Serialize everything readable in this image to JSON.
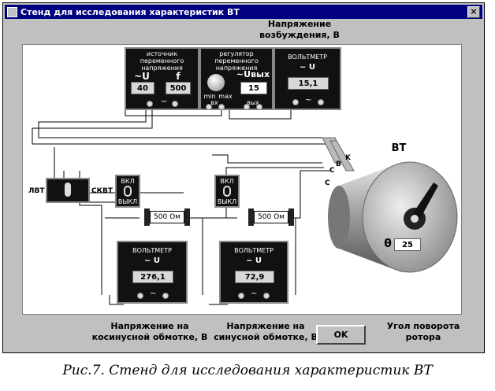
{
  "window": {
    "title": "Стенд для исследования характеристик ВТ",
    "close_label": "×"
  },
  "headings": {
    "excitation": "Напряжение\nвозбуждения, В",
    "cosine": "Напряжение на\nкосинусной обмотке, В",
    "sine": "Напряжение на\nсинусной обмотке, В",
    "angle": "Угол поворота\nротора"
  },
  "source": {
    "title": "источник\nпеременного\nнапряжения",
    "u_label": "~U",
    "f_label": "f",
    "u_value": "40",
    "f_value": "500"
  },
  "regulator": {
    "title": "регулятор\nпеременного\nнапряжения",
    "out_label": "~Uвых",
    "out_value": "15",
    "min_label": "min",
    "max_label": "max",
    "in_label": "вх",
    "out_term_label": "вых"
  },
  "voltmeter_top": {
    "title": "ВОЛЬТМЕТР",
    "mode": "~ U",
    "value": "15,1"
  },
  "voltmeter_cos": {
    "title": "ВОЛЬТМЕТР",
    "mode": "~ U",
    "value": "276,1"
  },
  "voltmeter_sin": {
    "title": "ВОЛЬТМЕТР",
    "mode": "~ U",
    "value": "72,9"
  },
  "switch_cos": {
    "on": "ВКЛ",
    "off": "ВЫКЛ"
  },
  "switch_sin": {
    "on": "ВКЛ",
    "off": "ВЫКЛ"
  },
  "resistor_cos": "500 Ом",
  "resistor_sin": "500 Ом",
  "switch_labels": {
    "left": "ЛВТ",
    "right": "СКВТ"
  },
  "rotary": {
    "title": "ВТ",
    "theta_symbol": "θ",
    "angle_value": "25",
    "wire_labels": [
      "C",
      "C",
      "B",
      "K"
    ]
  },
  "ok_label": "OK",
  "figure_caption": "Рис.7. Стенд для исследования характеристик ВТ"
}
